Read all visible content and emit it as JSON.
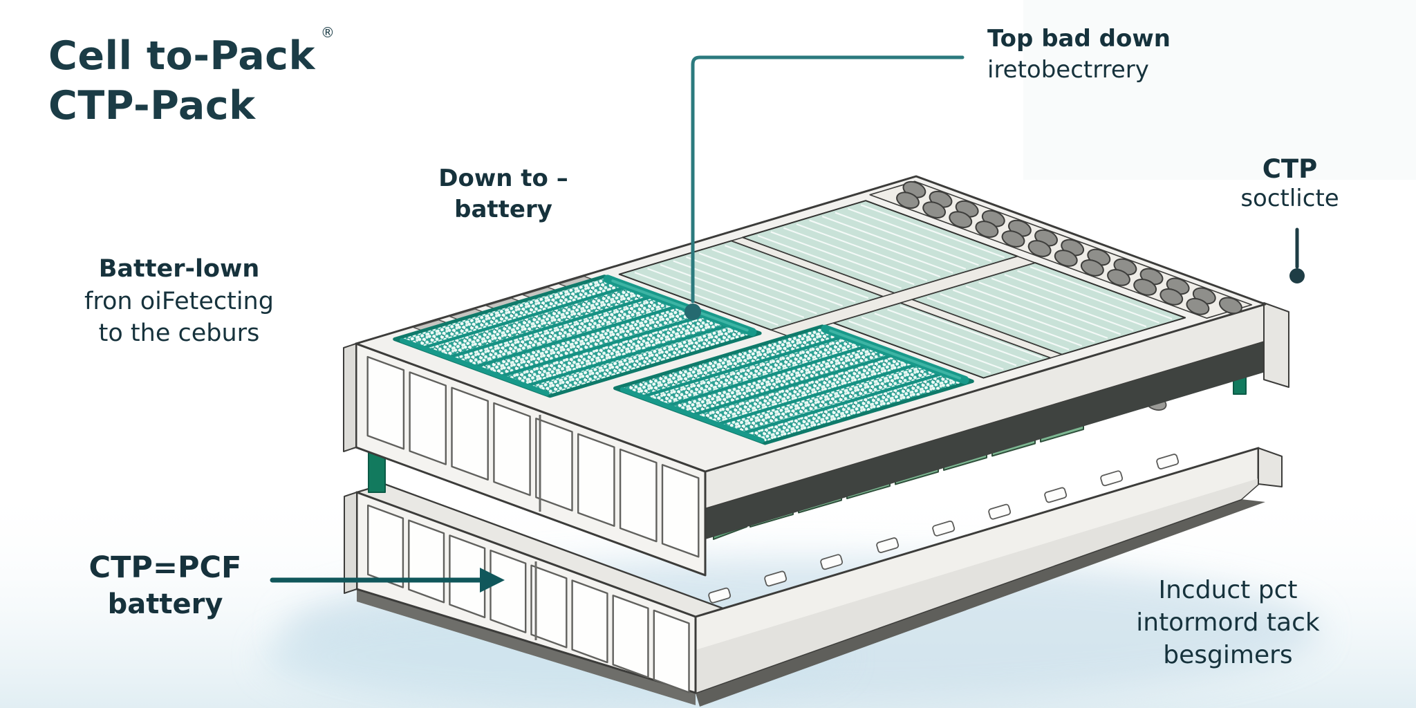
{
  "colors": {
    "accent_teal": "#2b7a7e",
    "arrow_teal": "#10575b",
    "heading_text": "#1b3c46",
    "label_text": "#16323c",
    "mint_panel": "#c9e2d8",
    "speckle_teal": "#2ba093",
    "cell_green": "#7eb893",
    "cell_top_yellow": "#f3c25e",
    "tray_white": "#f4f3f0",
    "ground_shadow_blue": "#c7dde9"
  },
  "header": {
    "title_line1": "Cell to-Pack",
    "registered_mark": "®",
    "title_line2": "CTP-Pack"
  },
  "labels": {
    "down_to": {
      "line1": "Down to –",
      "line2": "battery"
    },
    "top_bad": {
      "line1": "Top bad down",
      "line2": "iretobectrrery"
    },
    "ctp_soctlicte": {
      "line1": "CTP",
      "line2": "soctlicte"
    },
    "batter_lown": {
      "line1": "Batter-lown",
      "line2": "fron oiFetecting",
      "line3": "to the ceburs"
    },
    "ctp_pcf": {
      "line1": "CTP=PCF",
      "line2": "battery"
    },
    "incduct": {
      "line1": "Incduct pct",
      "line2": "intormord tack",
      "line3": "besgimers"
    }
  },
  "diagram": {
    "type": "isometric exploded battery pack illustration",
    "parts": [
      "upper-tray",
      "lower-tray",
      "speckled-cell-modules",
      "mint-top-panels",
      "vent-hole-strip",
      "prismatic-cell-row",
      "yellow-cell-tops",
      "support-posts",
      "connector-beams"
    ]
  }
}
